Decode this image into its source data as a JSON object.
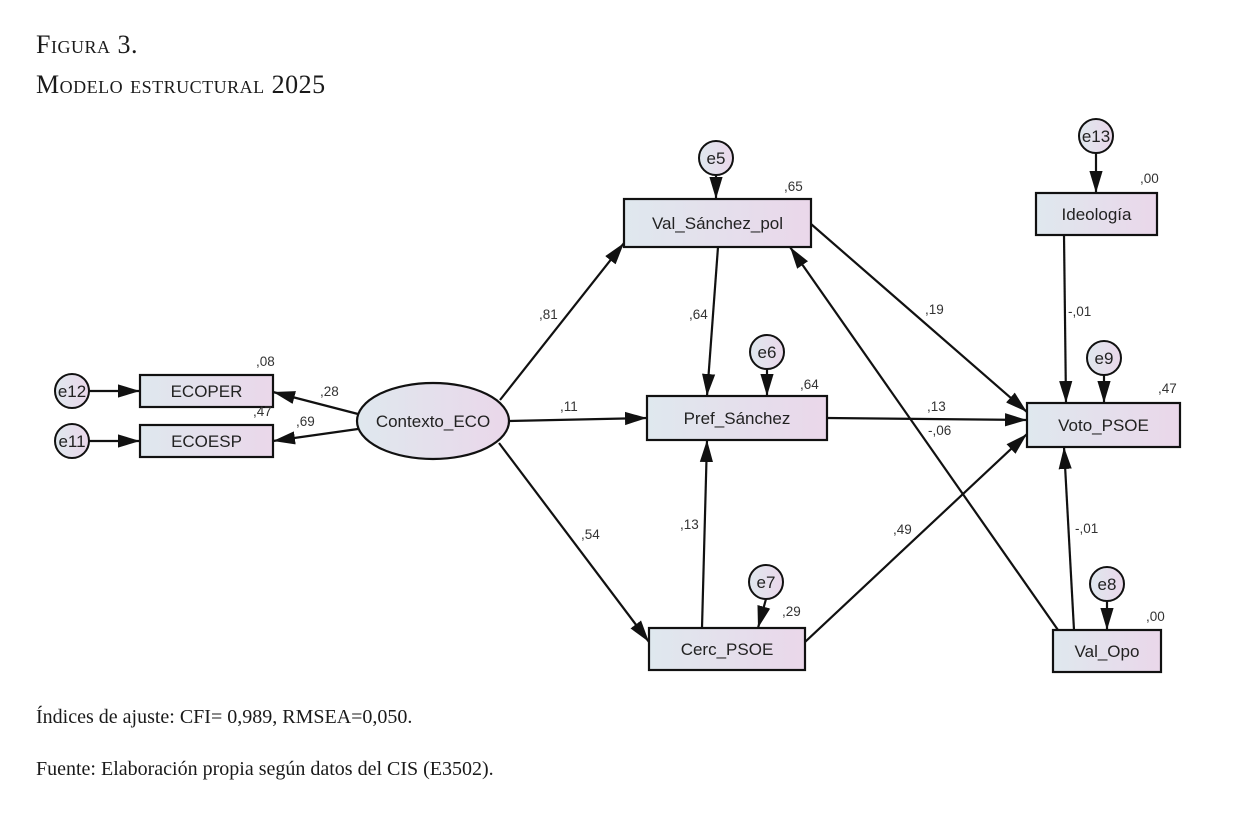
{
  "figure": {
    "number": "Figura 3.",
    "title": "Modelo estructural 2025",
    "fit_indices": "Índices de ajuste: CFI= 0,989, RMSEA=0,050.",
    "source": "Fuente: Elaboración propia según datos del CIS (E3502)."
  },
  "colors": {
    "node_fill_start": "#dfe8ee",
    "node_fill_end": "#ead7ea",
    "stroke": "#111111"
  },
  "nodes": [
    {
      "id": "ecoper",
      "label": "ECOPER",
      "kind": "observed",
      "r2": ",08"
    },
    {
      "id": "ecoesp",
      "label": "ECOESP",
      "kind": "observed",
      "r2": ",47"
    },
    {
      "id": "contexto",
      "label": "Contexto_ECO",
      "kind": "latent"
    },
    {
      "id": "valsanchez",
      "label": "Val_Sánchez_pol",
      "kind": "observed",
      "r2": ",65"
    },
    {
      "id": "prefsanchez",
      "label": "Pref_Sánchez",
      "kind": "observed",
      "r2": ",64"
    },
    {
      "id": "cercpsoe",
      "label": "Cerc_PSOE",
      "kind": "observed",
      "r2": ",29"
    },
    {
      "id": "ideologia",
      "label": "Ideología",
      "kind": "observed",
      "r2": ",00"
    },
    {
      "id": "votopsoe",
      "label": "Voto_PSOE",
      "kind": "observed",
      "r2": ",47"
    },
    {
      "id": "valopo",
      "label": "Val_Opo",
      "kind": "observed",
      "r2": ",00"
    }
  ],
  "errors": [
    {
      "id": "e12",
      "label": "e12",
      "target": "ecoper"
    },
    {
      "id": "e11",
      "label": "e11",
      "target": "ecoesp"
    },
    {
      "id": "e5",
      "label": "e5",
      "target": "valsanchez"
    },
    {
      "id": "e6",
      "label": "e6",
      "target": "prefsanchez"
    },
    {
      "id": "e7",
      "label": "e7",
      "target": "cercpsoe"
    },
    {
      "id": "e13",
      "label": "e13",
      "target": "ideologia"
    },
    {
      "id": "e9",
      "label": "e9",
      "target": "votopsoe"
    },
    {
      "id": "e8",
      "label": "e8",
      "target": "valopo"
    }
  ],
  "paths": [
    {
      "from": "contexto",
      "to": "ecoper",
      "coef": ",28"
    },
    {
      "from": "contexto",
      "to": "ecoesp",
      "coef": ",69"
    },
    {
      "from": "contexto",
      "to": "valsanchez",
      "coef": ",81"
    },
    {
      "from": "contexto",
      "to": "prefsanchez",
      "coef": ",11"
    },
    {
      "from": "contexto",
      "to": "cercpsoe",
      "coef": ",54"
    },
    {
      "from": "valsanchez",
      "to": "prefsanchez",
      "coef": ",64"
    },
    {
      "from": "cercpsoe",
      "to": "prefsanchez",
      "coef": ",13"
    },
    {
      "from": "valsanchez",
      "to": "votopsoe",
      "coef": ",19"
    },
    {
      "from": "prefsanchez",
      "to": "votopsoe",
      "coef": ",13"
    },
    {
      "from": "cercpsoe",
      "to": "votopsoe",
      "coef": ",49"
    },
    {
      "from": "ideologia",
      "to": "votopsoe",
      "coef": "-,01"
    },
    {
      "from": "valopo",
      "to": "votopsoe",
      "coef": "-,01"
    },
    {
      "from": "valopo",
      "to": "valsanchez",
      "coef": "-,06"
    }
  ]
}
